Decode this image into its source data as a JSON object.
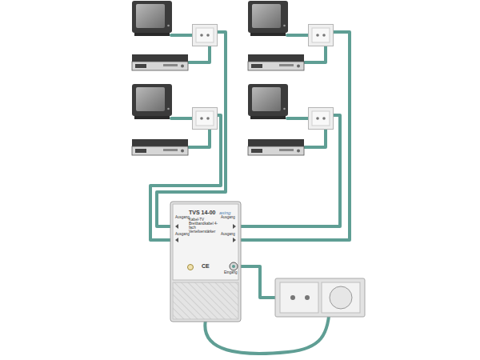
{
  "diagram": {
    "nodes": [
      {
        "text": [
          "TVS 14-00",
          "axing",
          "Kabel-TV Breitbandkabel 4-fach Verteilverstärker",
          "Ausgang",
          "Ausgang",
          "Ausgang",
          "Ausgang",
          "Eingang",
          "CE"
        ]
      }
    ]
  }
}
